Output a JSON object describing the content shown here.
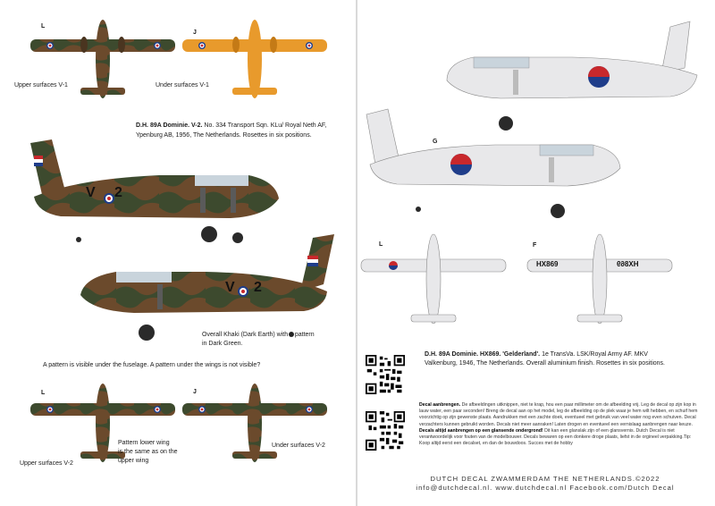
{
  "left_page": {
    "top_left_label": "Upper surfaces V-1",
    "top_right_label": "Under surfaces V-1",
    "letter_l_top": "L",
    "letter_j_top": "J",
    "title_v2_bold": "D.H. 89A Dominie. V-2.",
    "title_v2_rest": "No. 334 Transport Sqn. KLu/ Royal Neth AF,",
    "title_v2_line2": "Ypenburg AB, 1956, The Netherlands.  Rosettes in six positions.",
    "code_1": "V",
    "code_2": "2",
    "code_3": "V",
    "code_4": "2",
    "camo_note_1": "Overall Khaki (Dark Earth) with a pattern",
    "camo_note_2": "in Dark Green.",
    "pattern_note": "A pattern is visible under the fuselage. A pattern under the wings is not visible?",
    "letter_l_bottom": "L",
    "letter_j_bottom": "J",
    "pattern_lower_1": "Pattern lower wing",
    "pattern_lower_2": "is the same as on the",
    "pattern_lower_3": "upper wing",
    "bottom_left_label": "Upper surfaces V-2",
    "bottom_right_label": "Under surfaces V-2"
  },
  "right_page": {
    "letter_g": "G",
    "letter_l": "L",
    "letter_f": "F",
    "serial_1": "HX869",
    "serial_2": "HX869",
    "title_hx_bold": "D.H. 89A Dominie. HX869. 'Gelderland'.",
    "title_hx_rest": "1e TransVa. LSK/Royal Army AF. MKV",
    "title_hx_line2": "Valkenburg, 1946, The Netherlands. Overall aluminium finish. Rosettes in six positions.",
    "decal_heading": "Decal aanbrengen.",
    "decal_text": "De afbeeldingen uitknippen, niet te krap, hou een paar millimeter om de afbeelding vrij. Leg de decal op zijn kop in lauw water, een paar seconden! Breng de decal aan op het model, leg de afbeelding op de plek waar je hem wilt hebben, en schuif hem voorzichtig op zijn gewenste plaats. Aandrukken met een zachte doek, eventueel met gebruik van veel water nog even schuiven. Decal verzachters kunnen gebruikt worden. Decals niet meer aanraken! Laten drogen en eventueel een vernislaag aanbrengen naar keuze.",
    "decal_heading_2": "Decals altijd aanbrengen op een glansende ondergrond!",
    "decal_text_2": "Dit kan een glanslak zijn of een glansvernis. Dutch Decal is niet verantwoordelijk voor fouten van de modelbouwer. Decals bewaren op een donkere droge plaats, liefst in de orgineel verpakking.Tip: Koop altijd eerst een decalset, en dan de bouwdoos. Succes met de hobby",
    "footer_line1": "DUTCH DECAL ZWAMMERDAM THE NETHERLANDS.©2022",
    "footer_line2": "info@dutchdecal.nl. www.dutchdecal.nl Facebook.com/Dutch Decal"
  },
  "colors": {
    "khaki": "#6b4a2c",
    "dark_green": "#3d4a2e",
    "orange": "#e89a2c",
    "aluminium": "#e8e8ea",
    "rosette_red": "#c8282c",
    "rosette_blue": "#1f3d8a"
  }
}
